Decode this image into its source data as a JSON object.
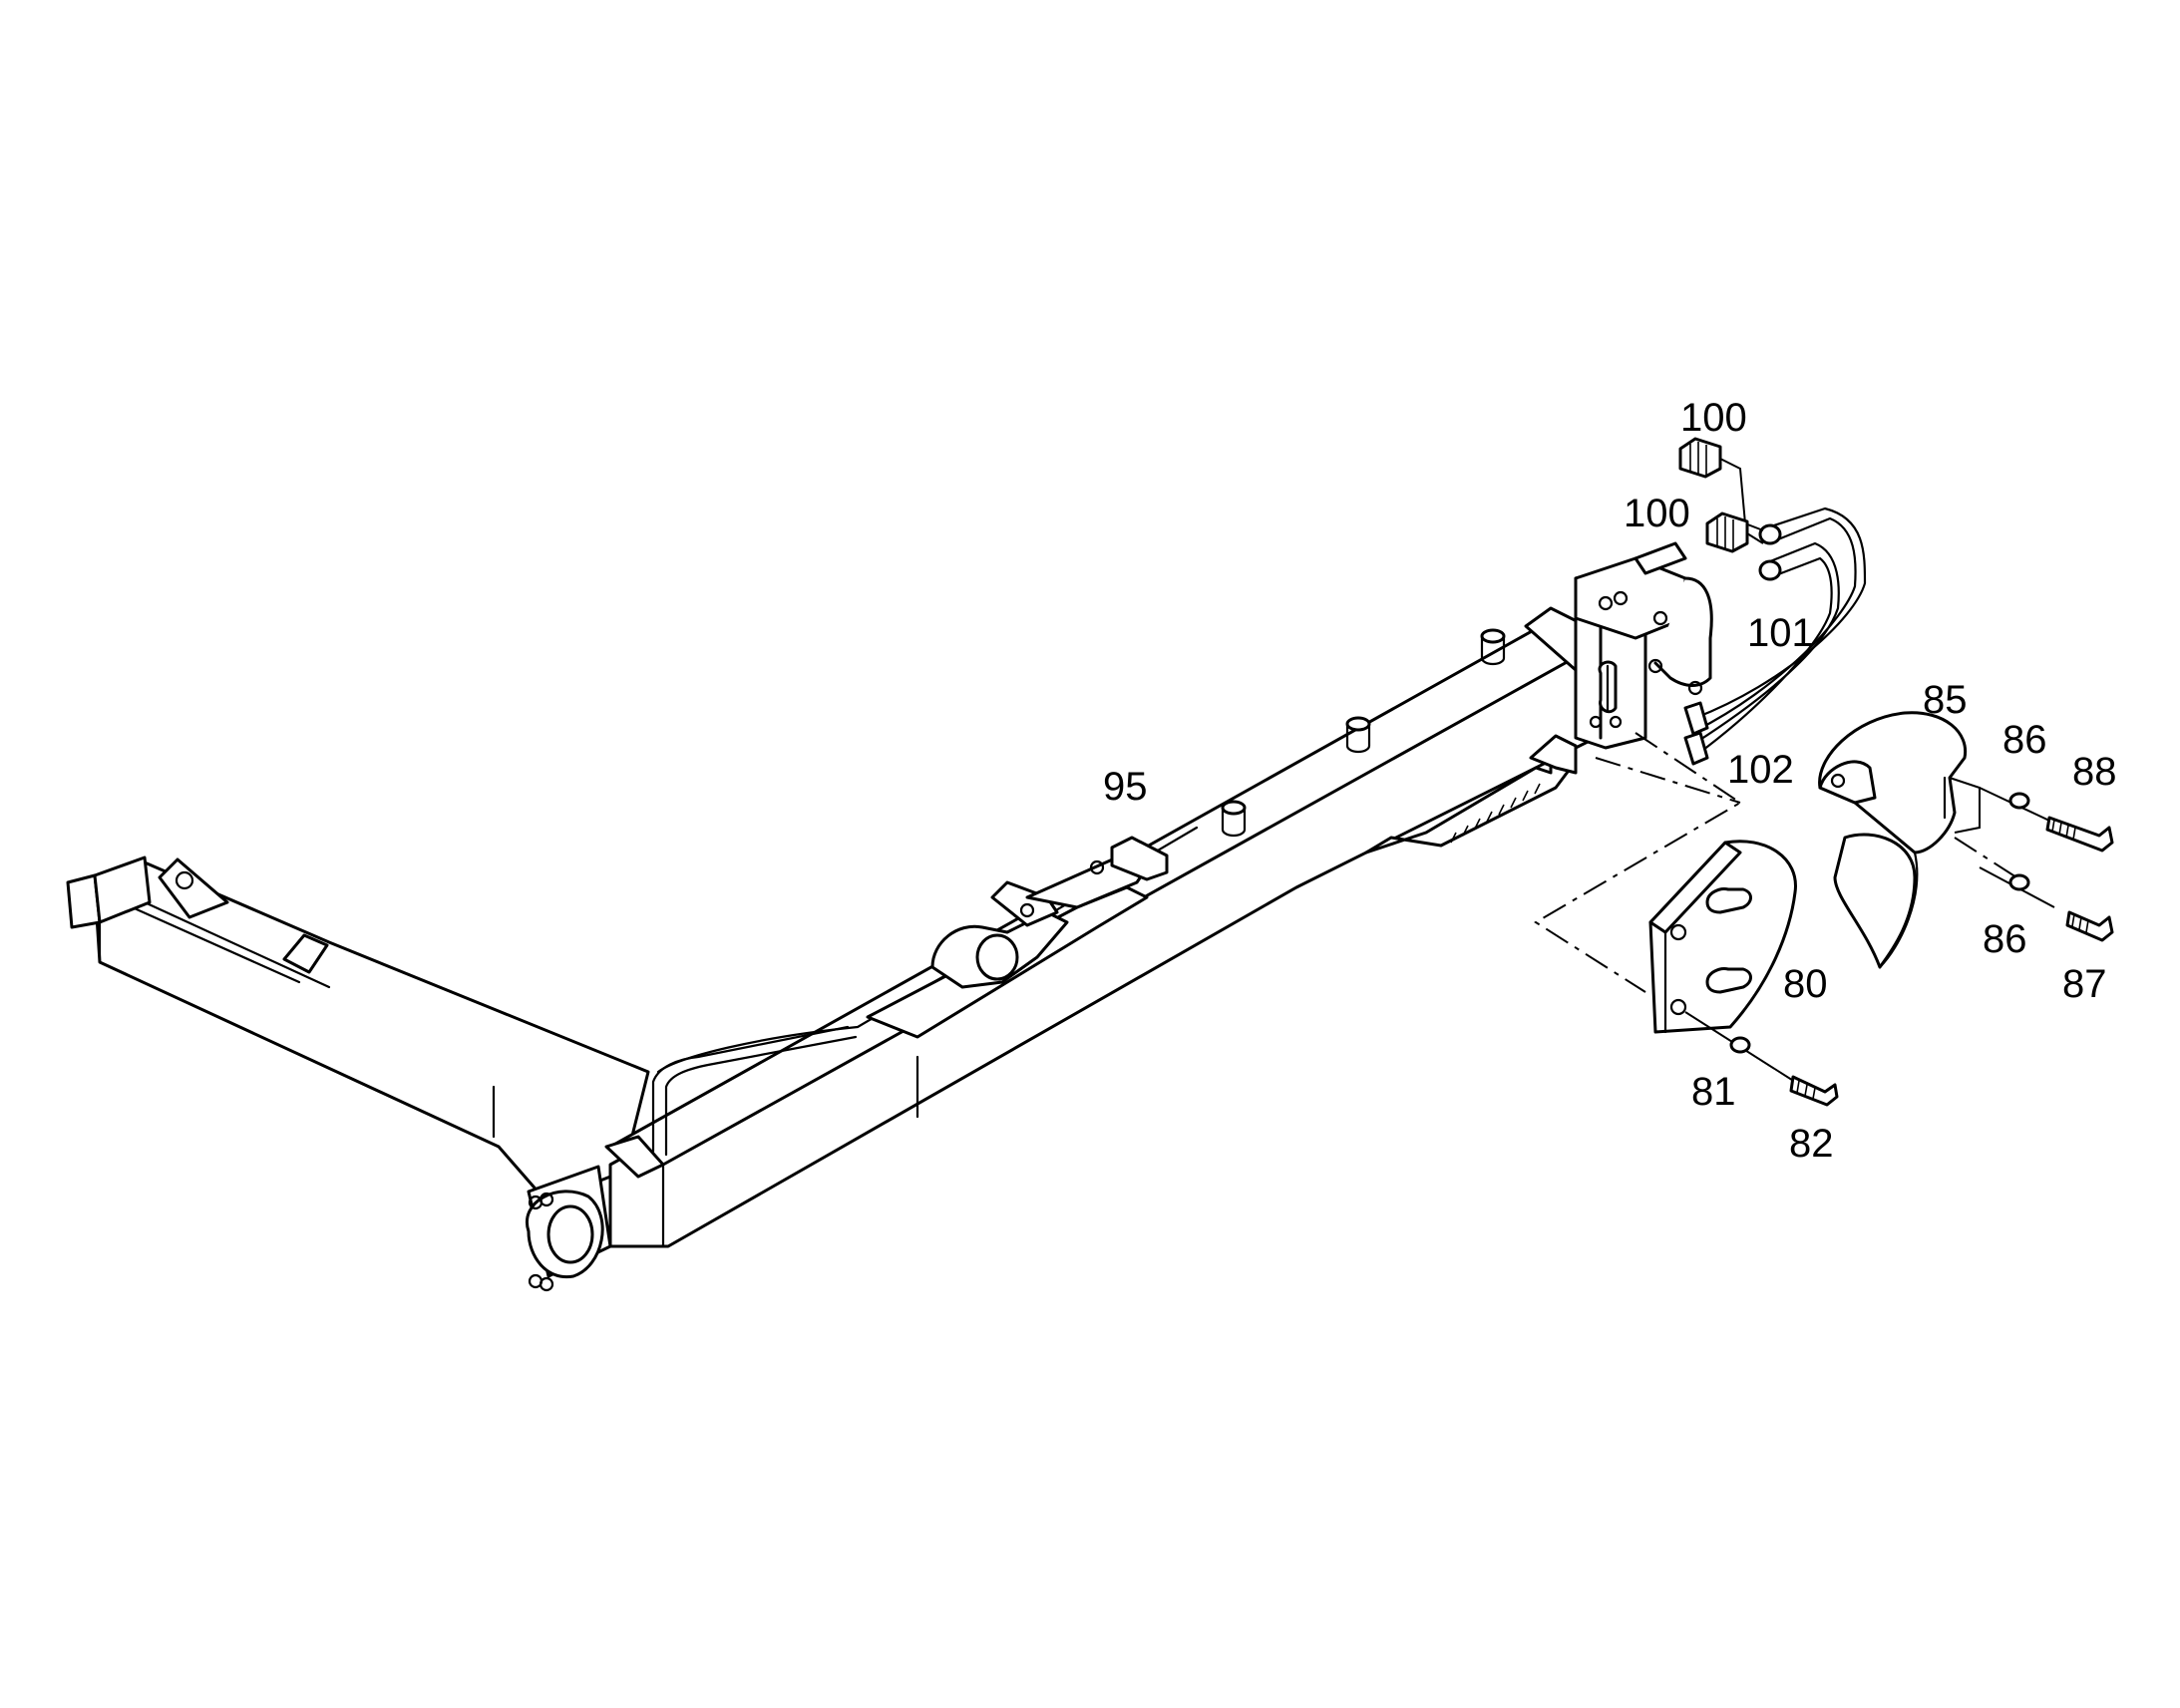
{
  "callouts": {
    "c100a": "100",
    "c100b": "100",
    "c101": "101",
    "c102": "102",
    "c85": "85",
    "c86a": "86",
    "c86b": "86",
    "c88": "88",
    "c87": "87",
    "c95": "95",
    "c80": "80",
    "c81": "81",
    "c82": "82"
  }
}
